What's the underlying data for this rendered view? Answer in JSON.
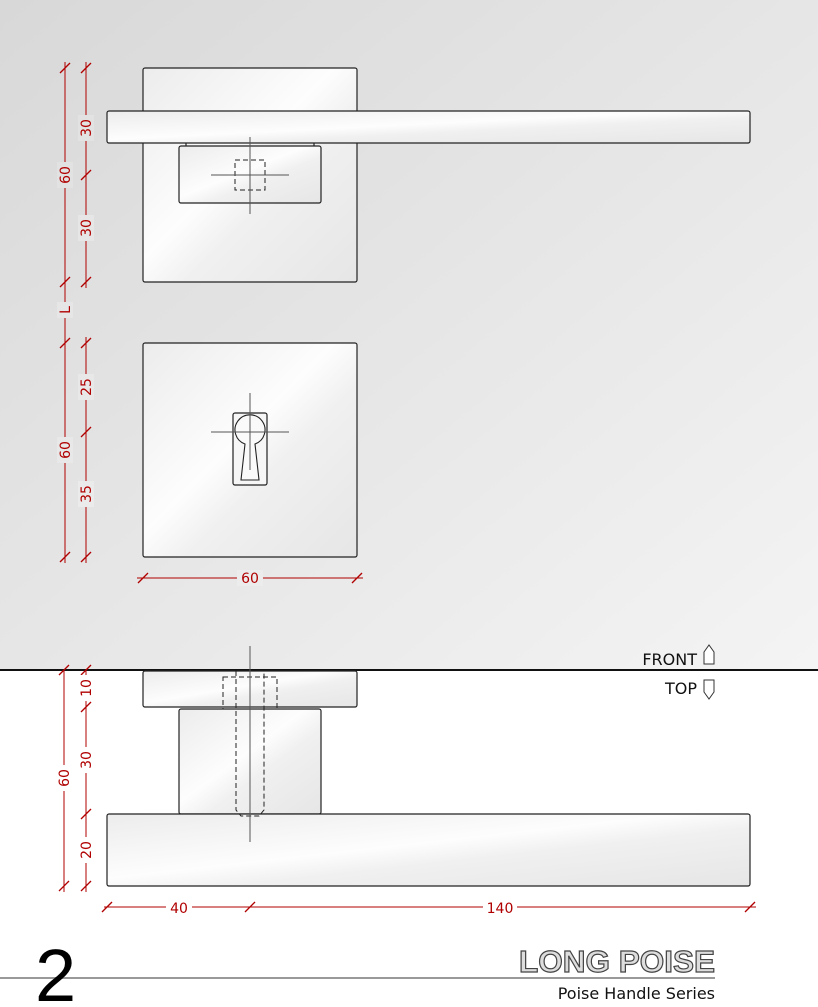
{
  "front_view": {
    "lever_rose_dims": {
      "total": "60",
      "upper": "30",
      "lower": "30"
    },
    "gap_label": "L",
    "key_rose_dims": {
      "total": "60",
      "upper": "25",
      "lower": "35"
    },
    "width_dim": "60"
  },
  "top_view": {
    "dims": {
      "total": "60",
      "rose": "10",
      "neck": "30",
      "lever": "20"
    },
    "width_dims": {
      "left": "40",
      "right": "140"
    }
  },
  "view_labels": {
    "front": "FRONT",
    "top": "TOP",
    "front_icon": "arrow-up-pentagon-icon",
    "top_icon": "arrow-down-pentagon-icon"
  },
  "footer": {
    "page_number": "2",
    "product_name": "LONG POISE",
    "series": "Poise Handle Series"
  },
  "colors": {
    "dimension": "#b00000",
    "divider": "#111111"
  }
}
